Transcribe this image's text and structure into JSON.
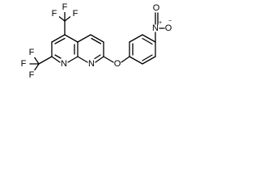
{
  "molecule": {
    "atoms": {
      "f_top_left": "F",
      "f_top_mid": "F",
      "f_top_right": "F",
      "f_bot_left": "F",
      "f_bot_up": "F",
      "f_bot_down": "F",
      "n_ring_1": "N",
      "n_ring_8": "N",
      "o_ether": "O",
      "n_nitro": "N",
      "n_nitro_charge": "+",
      "o_nitro_top": "O",
      "o_nitro_right": "O",
      "o_nitro_right_charge": "−"
    }
  }
}
